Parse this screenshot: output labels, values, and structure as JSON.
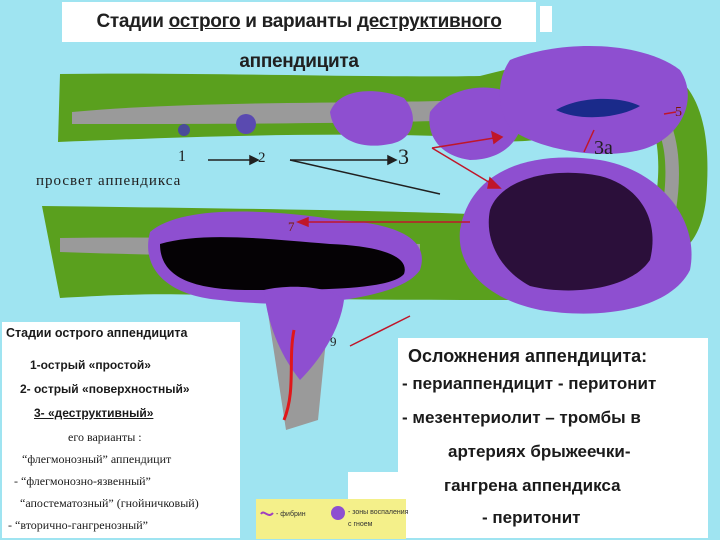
{
  "title": {
    "part1": "Стадии ",
    "part2": "острого",
    "part3": " и варианты ",
    "part4": "деструктивного",
    "part5": " аппендицита"
  },
  "labels": {
    "n1": "1",
    "n2": "2",
    "n3": "3",
    "n3a": "3а",
    "n5": "5",
    "n7": "7",
    "n9": "9",
    "lumen": "просвет аппендикса"
  },
  "stages_box": {
    "title": "Стадии острого аппендицита",
    "line1": "1-острый «простой»",
    "line2": "2- острый «поверхностный»",
    "line3": "3- «деструктивный»",
    "line4": "его варианты :",
    "line5": "“флегмонозный” аппендицит",
    "line6": "- “флегмонозно-язвенный”",
    "line7": "“апостематозный” (гнойничковый)",
    "line8": "- “вторично-гангренозный”"
  },
  "complications": {
    "heading": "Осложнения аппендицита:",
    "line1": "- периаппендицит - перитонит",
    "line2": "- мезентериолит – тромбы в",
    "line3": "артериях брыжеечки-",
    "line4": "гангрена аппендикса",
    "line5": "- перитонит"
  },
  "legend": {
    "item1": "- фибрин",
    "item2": "- зоны воспаления",
    "item3": "с гноем"
  },
  "colors": {
    "background": "#9fe4f1",
    "wall": "#5aa01e",
    "lumen": "#9a9a9a",
    "inflammation": "#8e4fd0",
    "necrosis": "#2b0f3a",
    "thrombus": "#e0171a",
    "arrow": "#c0162a"
  }
}
